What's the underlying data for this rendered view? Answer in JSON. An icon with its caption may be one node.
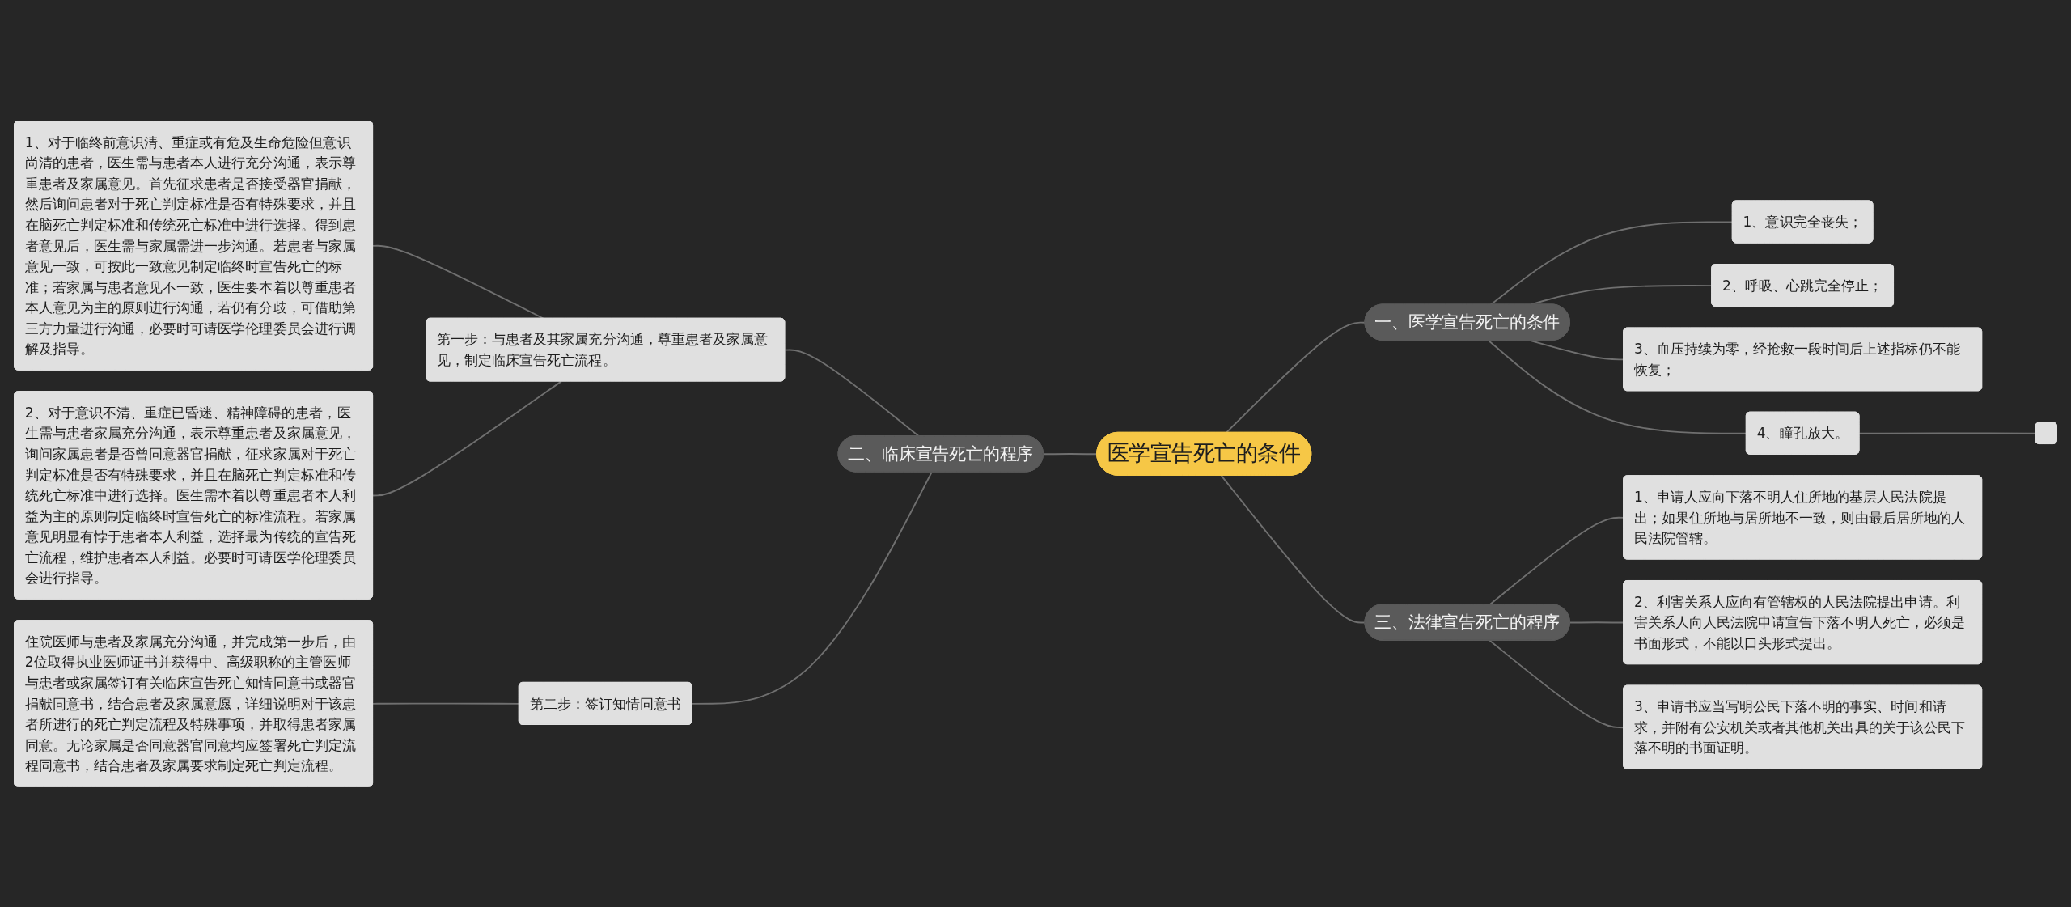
{
  "diagram": {
    "nodes": [
      {
        "text": [
          "医学宣告死亡的条件"
        ]
      },
      {
        "text": [
          "一、医学宣告死亡的条件"
        ]
      },
      {
        "text": [
          "1、意识完全丧失；"
        ]
      },
      {
        "text": [
          "2、呼吸、心跳完全停止；"
        ]
      },
      {
        "text": [
          "3、血压持续为零，经抢救一段时间后上述指标仍不能恢复；"
        ]
      },
      {
        "text": [
          "4、瞳孔放大。"
        ]
      },
      {
        "text": [],
        "shape": "box"
      },
      {
        "text": [
          "二、临床宣告死亡的程序"
        ]
      },
      {
        "text": [
          "第一步：与患者及其家属充分沟通，尊重患者及家属意见，制定临床宣告死亡流程。"
        ]
      },
      {
        "text": [
          "1、对于临终前意识清、重症或有危及生命危险但意识尚清的患者，医生需与患者本人进行充分沟通，表示尊重患者及家属意见。首先征求患者是否接受器官捐献，然后询问患者对于死亡判定标准是否有特殊要求，并且在脑死亡判定标准和传统死亡标准中进行选择。得到患者意见后，医生需与家属需进一步沟通。若患者与家属意见一致，可按此一致意见制定临终时宣告死亡的标准；若家属与患者意见不一致，医生要本着以尊重患者本人意见为主的原则进行沟通，若仍有分歧，可借助第三方力量进行沟通，必要时可请医学伦理委员会进行调解及指导。"
        ]
      },
      {
        "text": [
          "2、对于意识不清、重症已昏迷、精神障碍的患者，医生需与患者家属充分沟通，表示尊重患者及家属意见，询问家属患者是否曾同意器官捐献，征求家属对于死亡判定标准是否有特殊要求，并且在脑死亡判定标准和传统死亡标准中进行选择。医生需本着以尊重患者本人利益为主的原则制定临终时宣告死亡的标准流程。若家属意见明显有悖于患者本人利益，选择最为传统的宣告死亡流程，维护患者本人利益。必要时可请医学伦理委员会进行指导。"
        ]
      },
      {
        "text": [
          "第二步：签订知情同意书"
        ]
      },
      {
        "text": [
          "住院医师与患者及家属充分沟通，并完成第一步后，由2位取得执业医师证书并获得中、高级职称的主管医师与患者或家属签订有关临床宣告死亡知情同意书或器官捐献同意书，结合患者及家属意愿，详细说明对于该患者所进行的死亡判定流程及特殊事项，并取得患者家属同意。无论家属是否同意器官同意均应签署死亡判定流程同意书，结合患者及家属要求制定死亡判定流程。"
        ]
      },
      {
        "text": [
          "三、法律宣告死亡的程序"
        ]
      },
      {
        "text": [
          "1、申请人应向下落不明人住所地的基层人民法院提出；如果住所地与居所地不一致，则由最后居所地的人民法院管辖。"
        ]
      },
      {
        "text": [
          "2、利害关系人应向有管辖权的人民法院提出申请。利害关系人向人民法院申请宣告下落不明人死亡，必须是书面形式，不能以口头形式提出。"
        ]
      },
      {
        "text": [
          "3、申请书应当写明公民下落不明的事实、时间和请求，并附有公安机关或者其他机关出具的关于该公民下落不明的书面证明。"
        ]
      }
    ],
    "edges": [
      {
        "from": 0,
        "to": 1,
        "arrow": "none"
      },
      {
        "from": 1,
        "to": 2,
        "arrow": "none"
      },
      {
        "from": 1,
        "to": 3,
        "arrow": "none"
      },
      {
        "from": 1,
        "to": 4,
        "arrow": "none"
      },
      {
        "from": 1,
        "to": 5,
        "arrow": "none"
      },
      {
        "from": 5,
        "to": 6,
        "arrow": "none"
      },
      {
        "from": 7,
        "to": 0,
        "arrow": "none"
      },
      {
        "from": 8,
        "to": 7,
        "arrow": "none"
      },
      {
        "from": 9,
        "to": 8,
        "arrow": "none"
      },
      {
        "from": 10,
        "to": 8,
        "arrow": "none"
      },
      {
        "from": 11,
        "to": 7,
        "arrow": "none"
      },
      {
        "from": 12,
        "to": 11,
        "arrow": "none"
      },
      {
        "from": 0,
        "to": 13,
        "arrow": "none"
      },
      {
        "from": 13,
        "to": 14,
        "arrow": "none"
      },
      {
        "from": 13,
        "to": 15,
        "arrow": "none"
      },
      {
        "from": 13,
        "to": 16,
        "arrow": "none"
      }
    ]
  }
}
